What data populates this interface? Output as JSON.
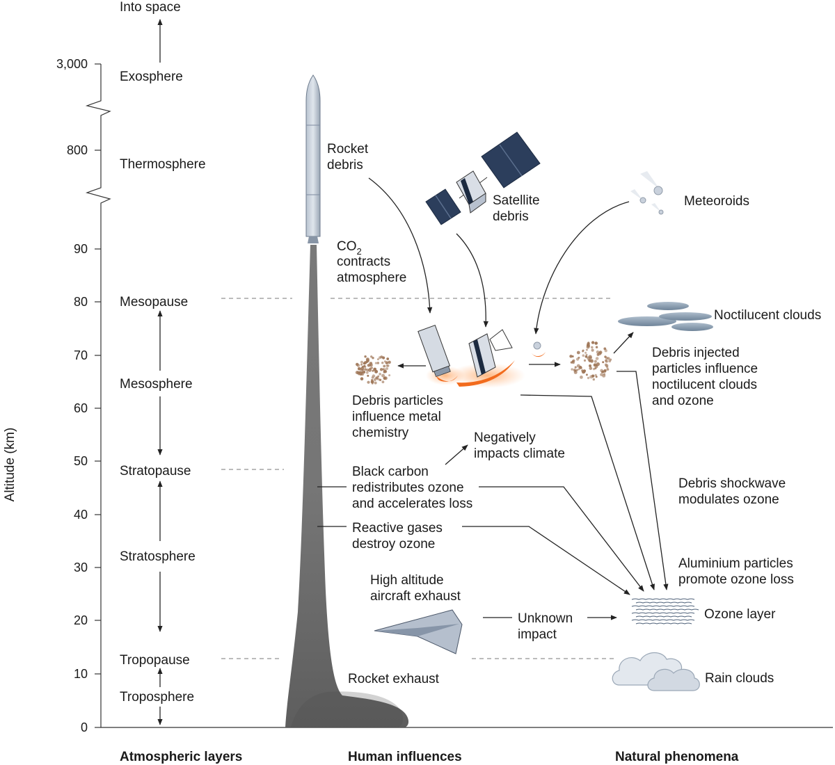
{
  "axis": {
    "label": "Altitude (km)",
    "ticks": [
      "3,000",
      "800",
      "90",
      "80",
      "70",
      "60",
      "50",
      "40",
      "30",
      "20",
      "10",
      "0"
    ]
  },
  "layers": {
    "into_space": "Into space",
    "exosphere": "Exosphere",
    "thermosphere": "Thermosphere",
    "mesopause": "Mesopause",
    "mesosphere": "Mesosphere",
    "stratopause": "Stratopause",
    "stratosphere": "Stratosphere",
    "tropopause": "Tropopause",
    "troposphere": "Troposphere"
  },
  "human": {
    "rocket_debris": [
      "Rocket",
      "debris"
    ],
    "satellite_debris": [
      "Satellite",
      "debris"
    ],
    "co2": {
      "prefix": "CO",
      "sub": "2",
      "lines": [
        "contracts",
        "atmosphere"
      ]
    },
    "debris_particles": [
      "Debris particles",
      "influence metal",
      "chemistry"
    ],
    "negatively": [
      "Negatively",
      "impacts climate"
    ],
    "black_carbon": [
      "Black carbon",
      "redistributes ozone",
      "and accelerates loss"
    ],
    "reactive_gases": [
      "Reactive gases",
      "destroy ozone"
    ],
    "aircraft": [
      "High altitude",
      "aircraft exhaust"
    ],
    "unknown_impact": [
      "Unknown",
      "impact"
    ],
    "rocket_exhaust": "Rocket exhaust"
  },
  "natural": {
    "meteoroids": "Meteoroids",
    "noctilucent": "Noctilucent clouds",
    "debris_injected": [
      "Debris injected",
      "particles influence",
      "noctilucent clouds",
      "and ozone"
    ],
    "shockwave": [
      "Debris shockwave",
      "modulates ozone"
    ],
    "aluminium": [
      "Aluminium particles",
      "promote ozone loss"
    ],
    "ozone_layer": "Ozone layer",
    "rain_clouds": "Rain clouds"
  },
  "footer": {
    "col1": "Atmospheric layers",
    "col2": "Human influences",
    "col3": "Natural phenomena"
  },
  "colors": {
    "satellite_panel": "#2c3e5c",
    "burn_orange": "#f26b1d",
    "plume_gray": "#5a5a5a",
    "cloud_blue": "#8fa3b8",
    "debris_brown": "#a0785a"
  }
}
